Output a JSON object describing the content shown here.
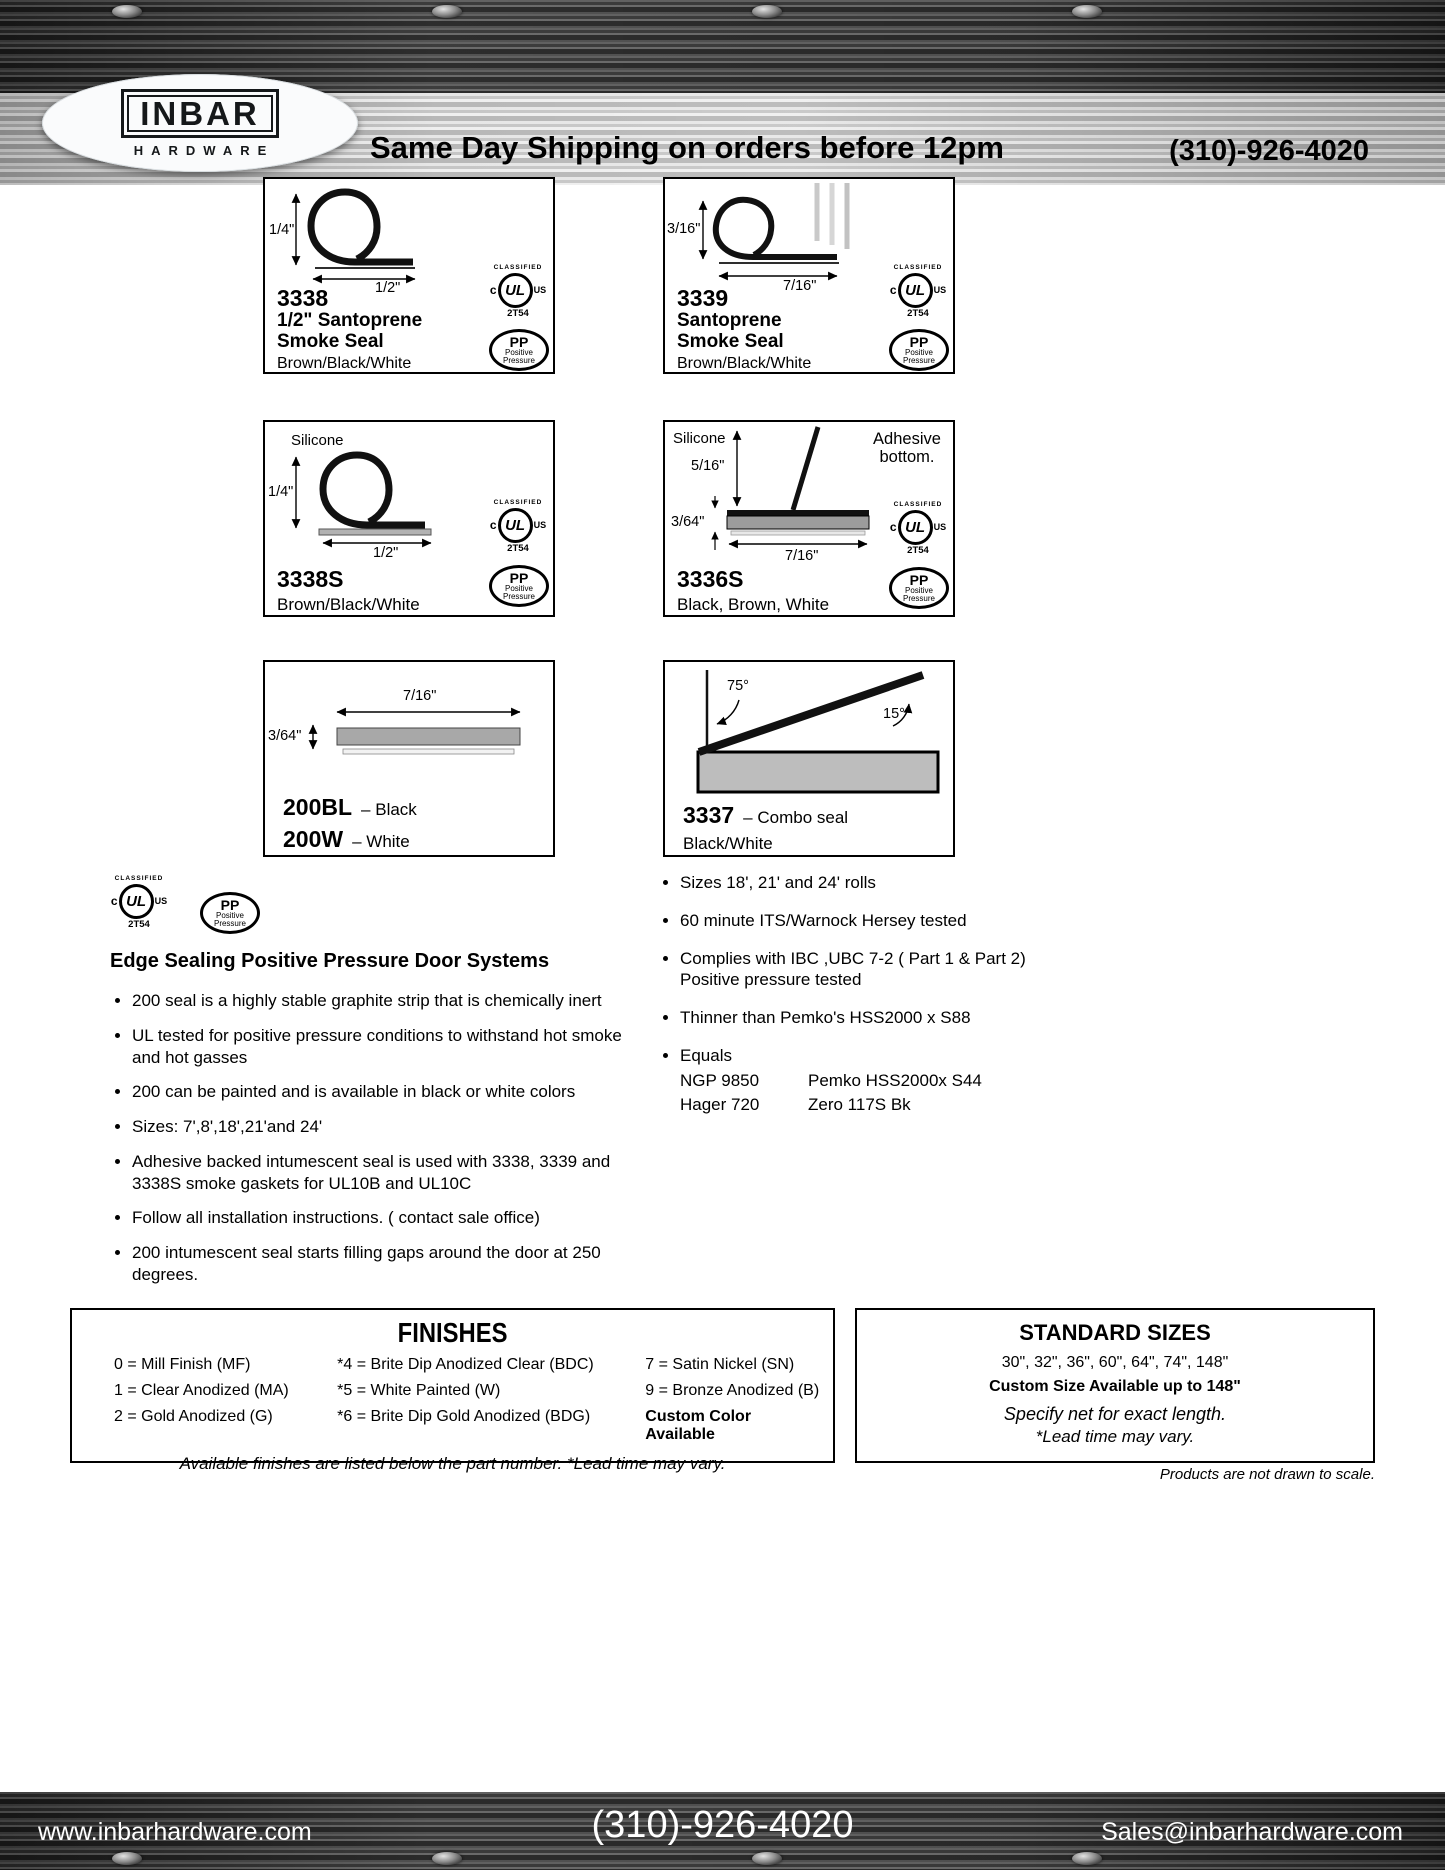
{
  "header": {
    "logo": {
      "name": "INBAR",
      "sub": "HARDWARE"
    },
    "shipping": "Same Day Shipping on orders before 12pm",
    "phone": "(310)-926-4020"
  },
  "badges": {
    "ul": {
      "classified": "CLASSIFIED",
      "c": "c",
      "ul": "UL",
      "us": "US",
      "num": "2T54"
    },
    "pp": {
      "big": "PP",
      "line1": "Positive",
      "line2": "Pressure"
    }
  },
  "products": {
    "p3338": {
      "id": "3338",
      "line1": "1/2\" Santoprene",
      "line2": "Smoke Seal",
      "colors": "Brown/Black/White",
      "dim_v": "1/4\"",
      "dim_h": "1/2\""
    },
    "p3339": {
      "id": "3339",
      "line1": "Santoprene",
      "line2": "Smoke Seal",
      "colors": "Brown/Black/White",
      "dim_v": "3/16\"",
      "dim_h": "7/16\""
    },
    "p3338s": {
      "id": "3338S",
      "material": "Silicone",
      "colors": "Brown/Black/White",
      "dim_v": "1/4\"",
      "dim_h": "1/2\""
    },
    "p3336s": {
      "id": "3336S",
      "material": "Silicone",
      "note": "Adhesive bottom.",
      "colors": "Black, Brown, White",
      "dim_v": "5/16\"",
      "dim_t": "3/64\"",
      "dim_h": "7/16\""
    },
    "p200": {
      "id1": "200BL",
      "color1": "– Black",
      "id2": "200W",
      "color2": "– White",
      "dim_h": "7/16\"",
      "dim_t": "3/64\""
    },
    "p3337": {
      "id": "3337",
      "desc": "– Combo seal",
      "colors": "Black/White",
      "angle1": "75°",
      "angle2": "15°"
    }
  },
  "left_section": {
    "heading": "Edge Sealing Positive Pressure Door Systems",
    "bullets": [
      "200 seal is a highly stable graphite strip that is chemically inert",
      "UL tested for positive pressure conditions to withstand hot smoke and hot gasses",
      "200 can be painted and is available in black or white colors",
      "Sizes: 7',8',18',21'and 24'",
      "Adhesive backed intumescent seal is used with 3338, 3339 and 3338S smoke gaskets for UL10B and UL10C",
      "Follow all installation instructions. ( contact sale office)",
      "200 intumescent seal starts filling gaps around the door at 250 degrees."
    ]
  },
  "right_section": {
    "bullets": [
      "Sizes 18', 21' and 24' rolls",
      "60 minute ITS/Warnock Hersey tested",
      "Complies with IBC ,UBC 7-2 ( Part 1 & Part 2) Positive pressure tested",
      "Thinner than Pemko's HSS2000 x S88",
      "Equals"
    ],
    "equals_table": [
      {
        "a": "NGP 9850",
        "b": "Pemko HSS2000x S44"
      },
      {
        "a": "Hager 720",
        "b": "Zero 117S Bk"
      }
    ]
  },
  "finishes": {
    "title": "FINISHES",
    "col1": [
      "0 = Mill Finish (MF)",
      "1 = Clear Anodized (MA)",
      "2 = Gold Anodized (G)"
    ],
    "col2": [
      "*4 = Brite Dip Anodized Clear (BDC)",
      "*5 = White Painted (W)",
      "*6 = Brite Dip Gold Anodized (BDG)"
    ],
    "col3": [
      "7 = Satin Nickel (SN)",
      "9 = Bronze Anodized (B)",
      "Custom Color Available"
    ],
    "note": "Available finishes are listed below the part number. *Lead time may vary."
  },
  "standard_sizes": {
    "title": "STANDARD SIZES",
    "sizes": "30\", 32\", 36\", 60\", 64\", 74\", 148\"",
    "custom": "Custom Size Available up to 148\"",
    "specify": "Specify net for exact length.",
    "lead": "*Lead time may vary."
  },
  "scale_note": "Products are not drawn to scale.",
  "footer": {
    "website": "www.inbarhardware.com",
    "phone": "(310)-926-4020",
    "email": "Sales@inbarhardware.com"
  }
}
